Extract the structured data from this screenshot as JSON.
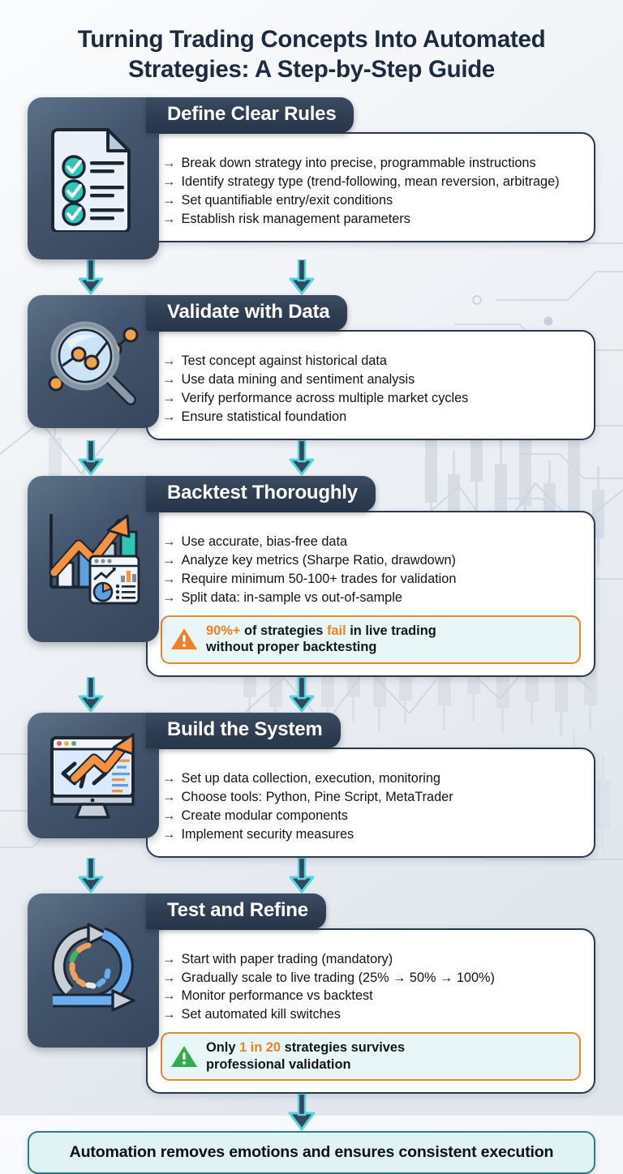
{
  "title": "Turning Trading Concepts Into Automated Strategies: A Step-by-Step Guide",
  "colors": {
    "pill_navy": "#2e3d51",
    "icon_tile": "#44566d",
    "accent_orange": "#ef8023",
    "accent_teal": "#2ec4b6",
    "connector_navy": "#33475e",
    "connector_glow": "#55d6dd",
    "callout_border": "#e18a32",
    "callout_bg": "#e9f6f7",
    "footer_bg": "#dff2f4",
    "footer_border": "#2d7d8c",
    "title_color": "#1d2b40"
  },
  "bullet_glyph": "→",
  "steps": [
    {
      "heading": "Define Clear Rules",
      "icon": "checklist-document-icon",
      "bullets": [
        "Break down strategy into precise, programmable instructions",
        "Identify strategy type (trend-following, mean reversion, arbitrage)",
        "Set quantifiable entry/exit conditions",
        "Establish risk management parameters"
      ],
      "callout": null
    },
    {
      "heading": "Validate with Data",
      "icon": "magnifying-glass-chart-icon",
      "bullets": [
        "Test concept against historical data",
        "Use data mining and sentiment analysis",
        "Verify performance across multiple market cycles",
        "Ensure statistical foundation"
      ],
      "callout": null
    },
    {
      "heading": "Backtest Thoroughly",
      "icon": "bar-chart-growth-icon",
      "bullets": [
        "Use accurate, bias-free data",
        "Analyze key metrics (Sharpe Ratio, drawdown)",
        "Require minimum 50-100+ trades for validation",
        "Split data: in-sample vs out-of-sample"
      ],
      "callout": {
        "icon": "warning-triangle-orange-icon",
        "icon_color": "#ef8023",
        "line1_pre": "",
        "line1_hl": "90%+",
        "line1_mid": " of strategies ",
        "line1_hl2": "fail",
        "line1_post": " in live trading",
        "line2": "without proper backtesting"
      }
    },
    {
      "heading": "Build the System",
      "icon": "monitor-code-icon",
      "bullets": [
        "Set up data collection, execution, monitoring",
        "Choose tools: Python, Pine Script, MetaTrader",
        "Create modular components",
        "Implement security measures"
      ],
      "callout": null
    },
    {
      "heading": "Test and Refine",
      "icon": "agile-cycle-icon",
      "bullets": [
        "Start with paper trading (mandatory)",
        "Gradually scale to live trading (25% → 50% → 100%)",
        "Monitor performance vs backtest",
        "Set automated kill switches"
      ],
      "callout": {
        "icon": "warning-triangle-green-icon",
        "icon_color": "#2faf4c",
        "line1_pre": "Only ",
        "line1_hl": "1 in 20",
        "line1_mid": " strategies survives",
        "line1_hl2": "",
        "line1_post": "",
        "line2": "professional validation"
      }
    }
  ],
  "footer": "Automation removes emotions and ensures consistent execution"
}
